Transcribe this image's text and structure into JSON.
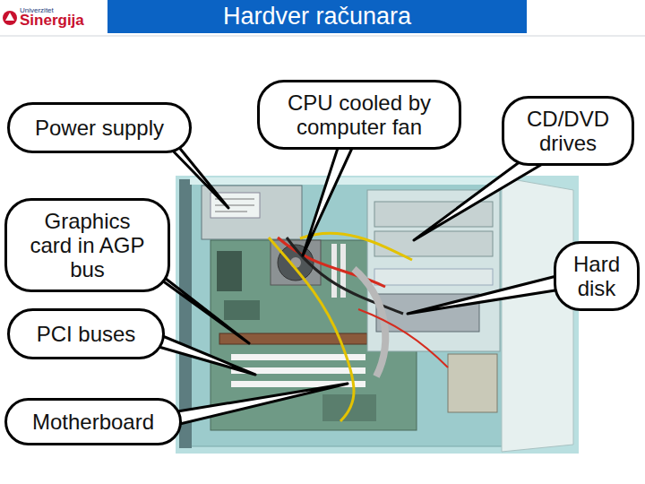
{
  "diagram": {
    "title": "Hardver računara",
    "nodes": [
      {
        "text": [
          "Power supply"
        ]
      },
      {
        "text": [
          "CPU cooled by computer fan"
        ]
      },
      {
        "text": [
          "CD/DVD drives"
        ]
      },
      {
        "text": [
          "Graphics card in AGP bus"
        ]
      },
      {
        "text": [
          "Hard disk"
        ]
      },
      {
        "text": [
          "PCI buses"
        ]
      },
      {
        "text": [
          "Motherboard"
        ]
      }
    ],
    "labels": [
      "Univerzitet",
      "Sinergija"
    ]
  }
}
